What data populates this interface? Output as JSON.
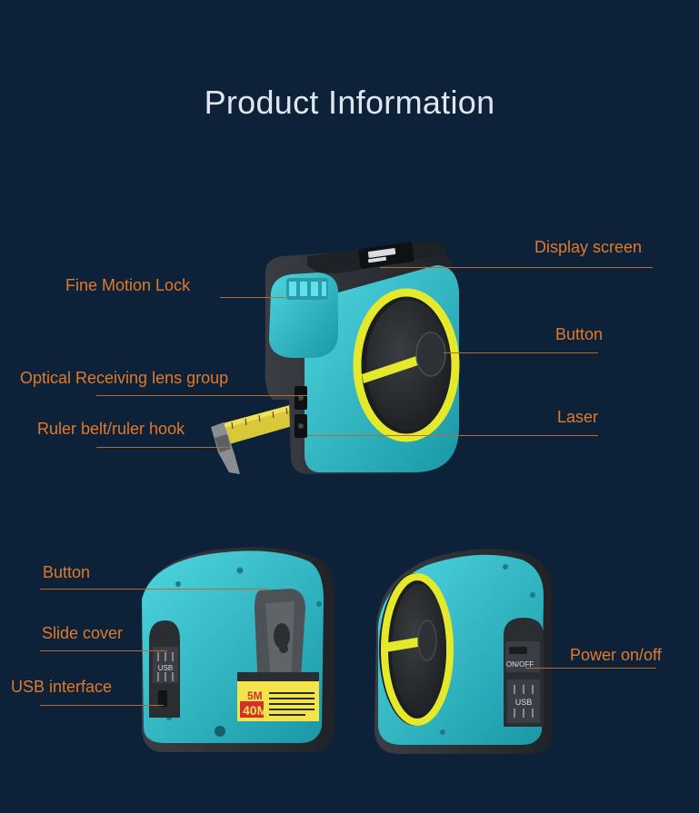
{
  "title": "Product Information",
  "labels": {
    "display_screen": "Display screen",
    "fine_motion_lock": "Fine Motion Lock",
    "button_top": "Button",
    "optical_lens": "Optical Receiving lens group",
    "laser": "Laser",
    "ruler_hook": "Ruler belt/ruler hook",
    "button_back": "Button",
    "slide_cover": "Slide cover",
    "usb_interface": "USB interface",
    "power": "Power on/off"
  },
  "device_text": {
    "switch": "ON/OFF",
    "usb": "USB",
    "size_5m": "5M",
    "size_40m": "40M"
  },
  "colors": {
    "background": "#0d2238",
    "accent_label": "#e07a2a",
    "body_teal": "#2bb7c4",
    "body_dark": "#2a2d31",
    "ring_yellow": "#e4e92b"
  }
}
